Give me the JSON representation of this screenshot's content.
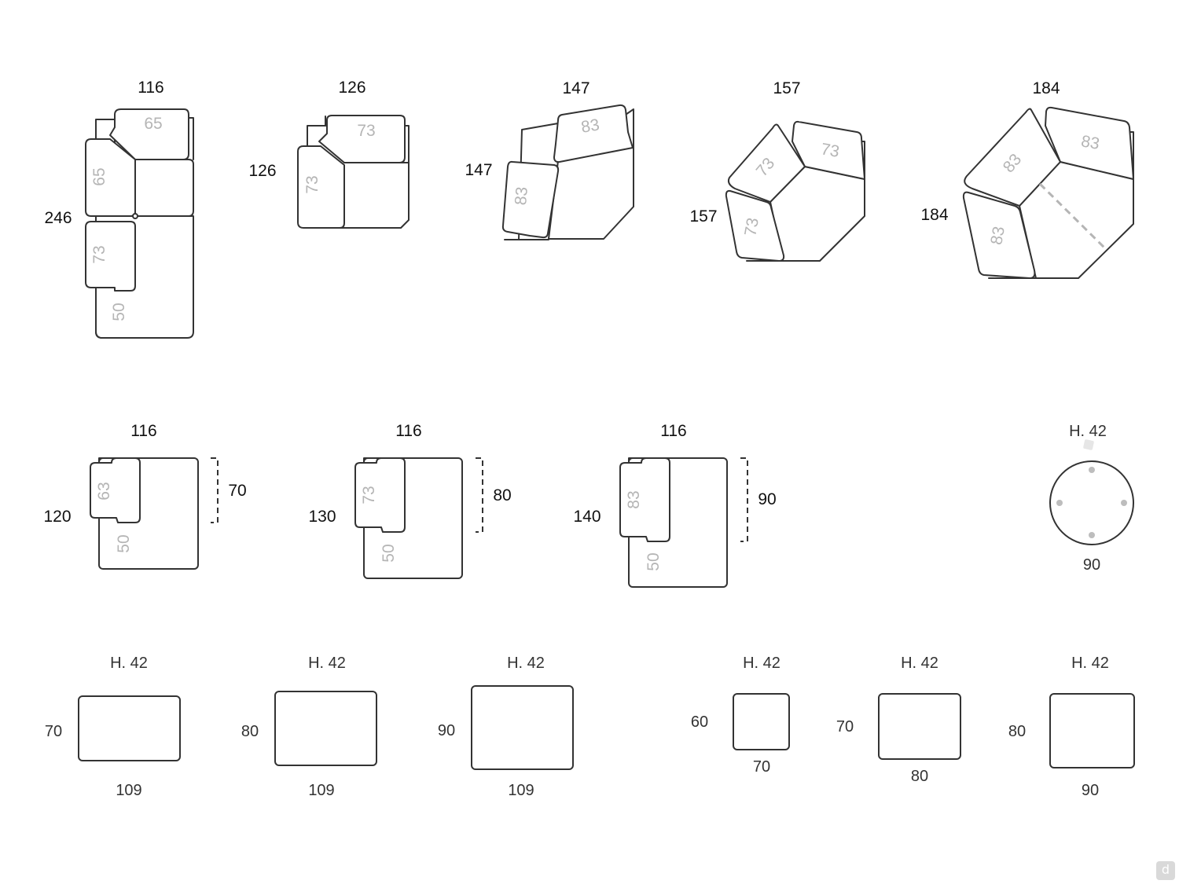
{
  "row1": {
    "m1": {
      "width": "116",
      "depth": "246",
      "seats": [
        "65",
        "65",
        "73",
        "50"
      ]
    },
    "m2": {
      "width": "126",
      "depth": "126",
      "seats": [
        "73",
        "73"
      ]
    },
    "m3": {
      "width": "147",
      "depth": "147",
      "seats": [
        "83",
        "83"
      ]
    },
    "m4": {
      "width": "157",
      "depth": "157",
      "seats": [
        "73",
        "73",
        "73"
      ]
    },
    "m5": {
      "width": "184",
      "depth": "184",
      "seats": [
        "83",
        "83",
        "83"
      ]
    }
  },
  "row2": {
    "c1": {
      "width": "116",
      "depth": "120",
      "seat": "63",
      "bottom": "50",
      "back": "70"
    },
    "c2": {
      "width": "116",
      "depth": "130",
      "seat": "73",
      "bottom": "50",
      "back": "80"
    },
    "c3": {
      "width": "116",
      "depth": "140",
      "seat": "83",
      "bottom": "50",
      "back": "90"
    },
    "round_table": {
      "height": "H. 42",
      "diameter": "90"
    }
  },
  "row3": [
    {
      "height": "H. 42",
      "side": "70",
      "bottom": "109"
    },
    {
      "height": "H. 42",
      "side": "80",
      "bottom": "109"
    },
    {
      "height": "H. 42",
      "side": "90",
      "bottom": "109"
    },
    {
      "height": "H. 42",
      "side": "60",
      "bottom": "70"
    },
    {
      "height": "H. 42",
      "side": "70",
      "bottom": "80"
    },
    {
      "height": "H. 42",
      "side": "80",
      "bottom": "90"
    }
  ],
  "logo": {
    "text": "d",
    "icon": "brand-d-icon"
  },
  "colors": {
    "outline": "#333333",
    "seat_label": "#b5b5b5",
    "dashed_line": "#b5b5b5"
  }
}
